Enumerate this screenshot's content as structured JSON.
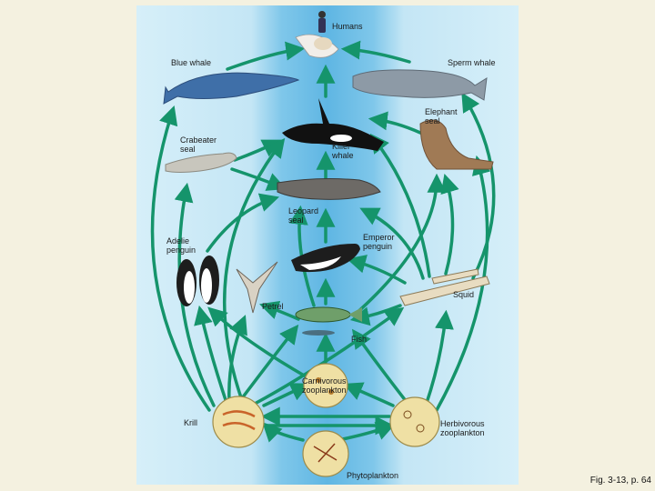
{
  "labels": {
    "humans": "Humans",
    "blue_whale": "Blue whale",
    "sperm_whale": "Sperm whale",
    "elephant_seal": "Elephant\nseal",
    "crabeater_seal": "Crabeater\nseal",
    "killer_whale": "Killer\nwhale",
    "leopard_seal": "Leopard\nseal",
    "adelie_penguin": "Adelie\npenguin",
    "emperor_penguin": "Emperor\npenguin",
    "petrel": "Petrel",
    "squid": "Squid",
    "fish": "Fish",
    "carnivorous_zooplankton": "Carnivorous\nzooplankton",
    "krill": "Krill",
    "herbivorous_zooplankton": "Herbivorous\nzooplankton",
    "phytoplankton": "Phytoplankton"
  },
  "caption": "Fig. 3-13, p. 64",
  "colors": {
    "arrow": "#15946b",
    "water": "#5fb6e3"
  }
}
